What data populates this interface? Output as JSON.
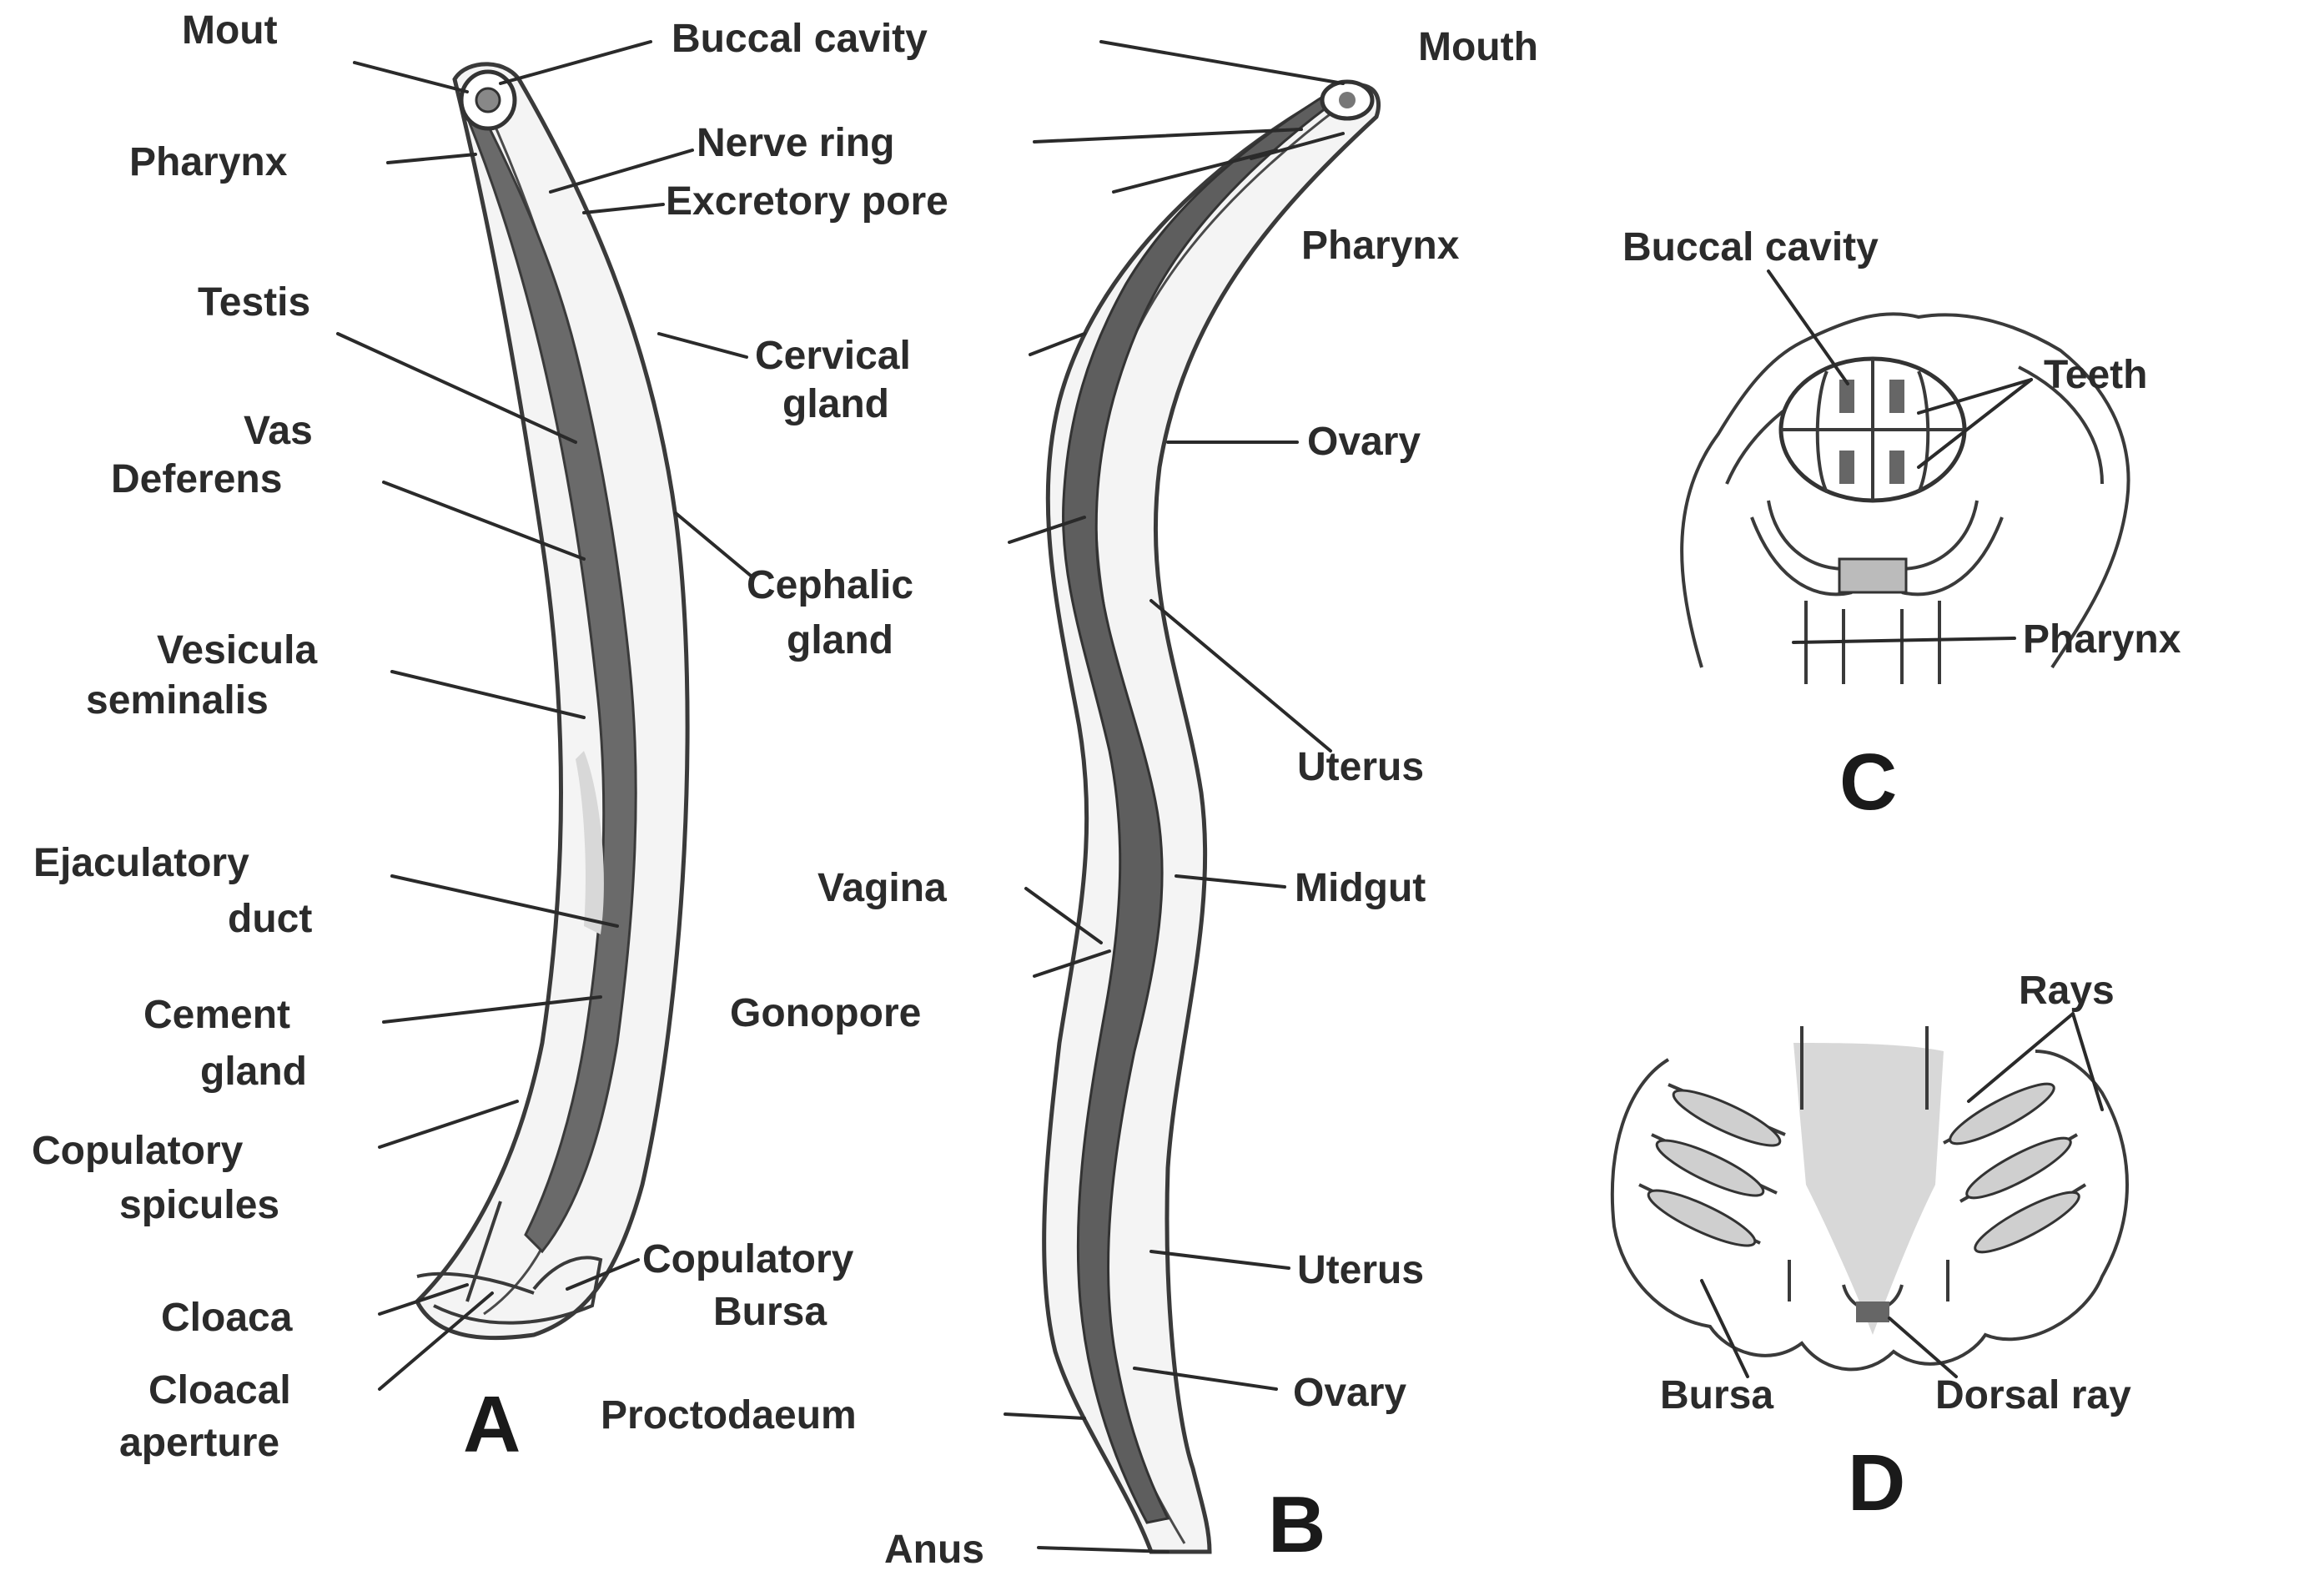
{
  "figures": {
    "a": "A",
    "b": "B",
    "c": "C",
    "d": "D"
  },
  "labels": {
    "mout": "Mout",
    "buccal_cavity_top": "Buccal cavity",
    "mouth_b": "Mouth",
    "pharynx_a": "Pharynx",
    "nerve_ring": "Nerve ring",
    "excretory_pore": "Excretory pore",
    "pharynx_b": "Pharynx",
    "testis": "Testis",
    "cervical_gland_1": "Cervical",
    "cervical_gland_2": "gland",
    "vas_deferens_1": "Vas",
    "vas_deferens_2": "Deferens",
    "ovary_top": "Ovary",
    "cephalic_gland_1": "Cephalic",
    "cephalic_gland_2": "gland",
    "vesicula_1": "Vesicula",
    "vesicula_2": "seminalis",
    "uterus_top": "Uterus",
    "ejaculatory_1": "Ejaculatory",
    "ejaculatory_2": "duct",
    "vagina": "Vagina",
    "midgut": "Midgut",
    "cement_1": "Cement",
    "cement_2": "gland",
    "gonopore": "Gonopore",
    "copulatory_spicules_1": "Copulatory",
    "copulatory_spicules_2": "spicules",
    "copulatory_bursa_1": "Copulatory",
    "copulatory_bursa_2": "Bursa",
    "uterus_bottom": "Uterus",
    "cloaca": "Cloaca",
    "cloacal_aperture_1": "Cloacal",
    "cloacal_aperture_2": "aperture",
    "proctodaeum": "Proctodaeum",
    "ovary_bottom": "Ovary",
    "anus": "Anus",
    "buccal_cavity_c": "Buccal cavity",
    "teeth": "Teeth",
    "pharynx_c": "Pharynx",
    "rays": "Rays",
    "bursa": "Bursa",
    "dorsal_ray": "Dorsal ray"
  }
}
